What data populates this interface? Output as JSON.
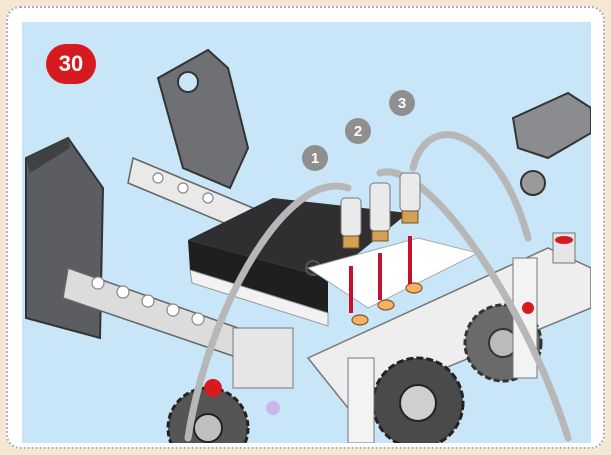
{
  "step": {
    "number": "30"
  },
  "callouts": [
    {
      "label": "1"
    },
    {
      "label": "2"
    },
    {
      "label": "3"
    }
  ],
  "colors": {
    "badge": "#d71920",
    "background": "#c8e6f7",
    "frame_outside": "#f6e7d3",
    "callout_circle": "#8f8f8f",
    "tube": "#b7b7b7",
    "insert_arrow": "#c8102e"
  }
}
